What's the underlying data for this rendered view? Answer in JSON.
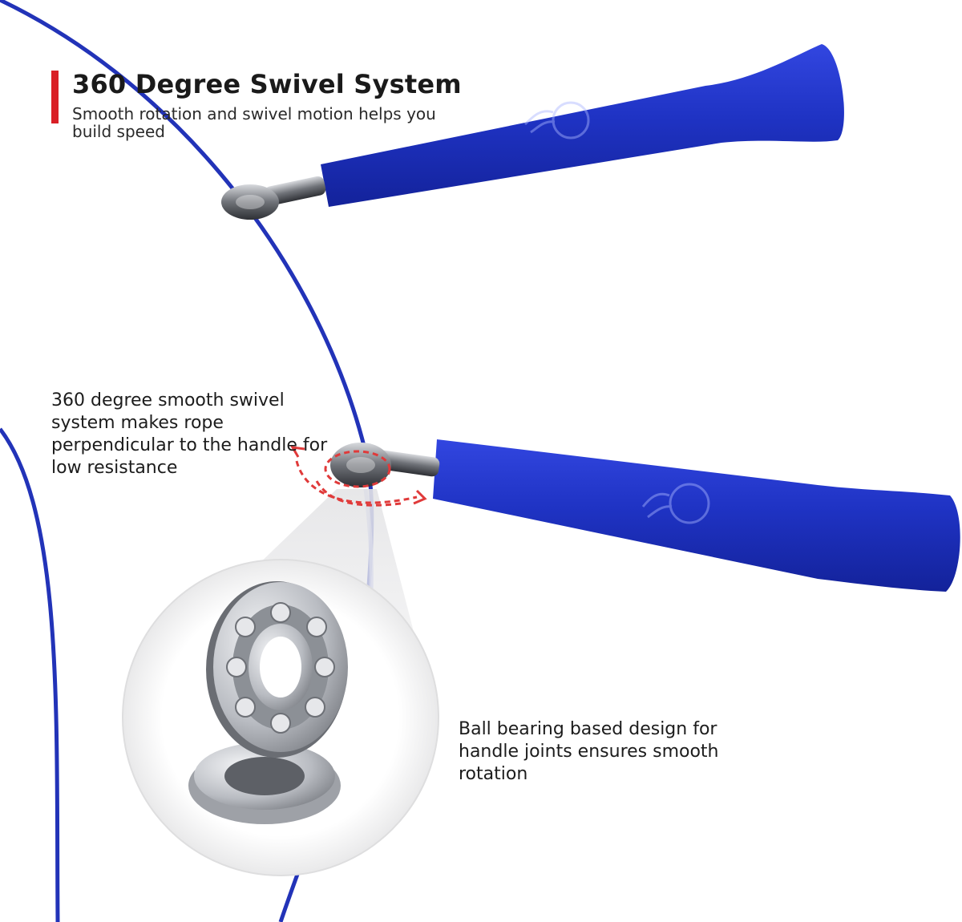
{
  "header": {
    "title": "360 Degree Swivel System",
    "subtitle": "Smooth rotation and swivel motion helps you build speed",
    "accent_color": "#d91f26"
  },
  "callouts": {
    "swivel_system": "360 degree smooth swivel system makes rope perpendicular to the handle for low resistance",
    "ball_bearing": "Ball bearing based design for handle joints ensures smooth rotation"
  },
  "product": {
    "handle_color": "#1f33c4",
    "rope_color": "#2233b8",
    "bearing_color": "#b9bcc2",
    "arrow_color": "#e03a3a",
    "handle_logo_icon": "flame-mascot-icon",
    "swivel_icon": "swivel-joint-icon",
    "rotation_icon": "rotation-arrows-icon",
    "bearing_icon": "ball-bearing-icon"
  }
}
